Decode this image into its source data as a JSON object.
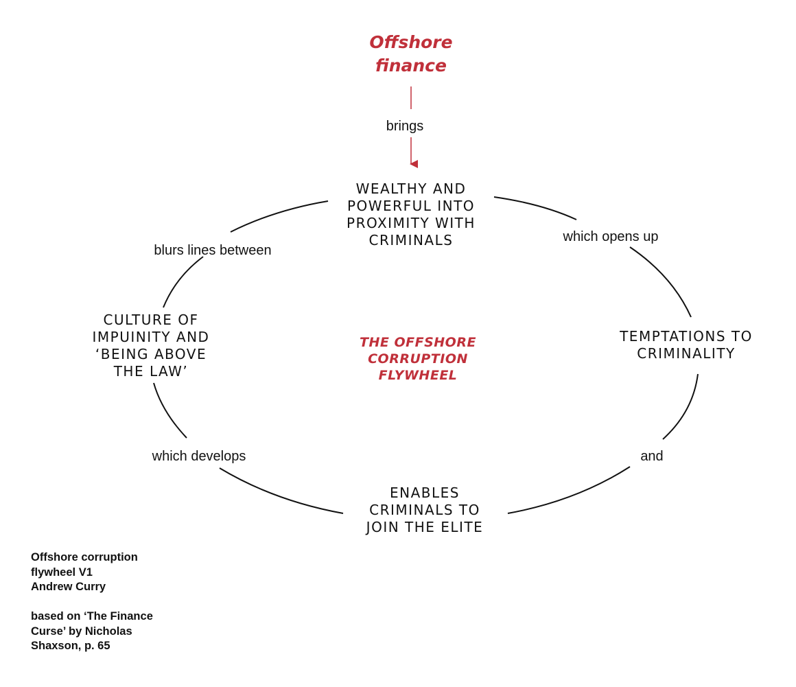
{
  "source": {
    "lines": [
      "Offshore",
      "finance"
    ]
  },
  "source_edge_label": "brings",
  "center_title": {
    "lines": [
      "THE OFFSHORE",
      "CORRUPTION",
      "FLYWHEEL"
    ]
  },
  "nodes": {
    "wealthy": [
      "WEALTHY AND",
      "POWERFUL INTO",
      "PROXIMITY WITH",
      "CRIMINALS"
    ],
    "temptations": [
      "TEMPTATIONS TO",
      "CRIMINALITY"
    ],
    "enables": [
      "ENABLES",
      "CRIMINALS TO",
      "JOIN THE ELITE"
    ],
    "culture": [
      "CULTURE OF",
      "IMPUINITY AND",
      "‘BEING ABOVE",
      "THE LAW’"
    ]
  },
  "edge_labels": {
    "opens": "which opens up",
    "and": "and",
    "develops": "which develops",
    "blurs": "blurs lines between"
  },
  "credits": {
    "lines": [
      "Offshore corruption",
      "flywheel V1",
      "Andrew Curry"
    ],
    "source_lines": [
      "based on ‘The Finance",
      "Curse’ by Nicholas",
      "Shaxson, p. 65"
    ]
  },
  "colors": {
    "accent": "#c0303a",
    "ink": "#111111",
    "background": "#ffffff"
  }
}
